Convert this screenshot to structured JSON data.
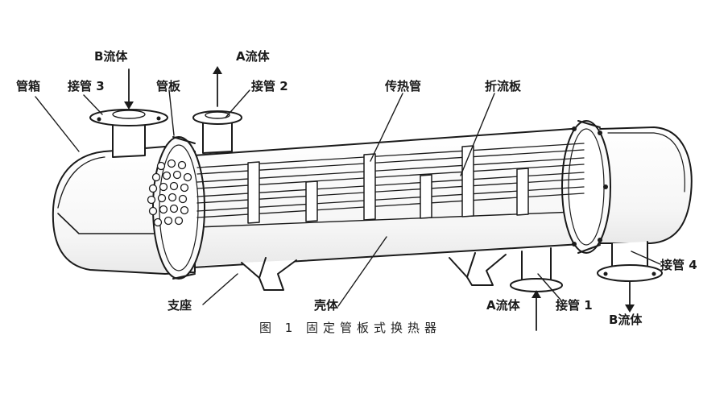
{
  "labels": {
    "fluid_b_in": "B流体",
    "fluid_a_out": "A流体",
    "header": "管箱",
    "nozzle_3": "接管 3",
    "tube_sheet": "管板",
    "nozzle_2": "接管 2",
    "heat_tubes": "传热管",
    "baffle": "折流板",
    "nozzle_4": "接管 4",
    "support": "支座",
    "shell": "壳体",
    "fluid_a_in": "A流体",
    "nozzle_1": "接管 1",
    "fluid_b_out": "B流体"
  },
  "caption": {
    "figure_no": "图 1",
    "title": "固定管板式换热器"
  },
  "colors": {
    "line": "#1a1a1a",
    "fill": "#ffffff",
    "shade": "#f3f3f3"
  }
}
